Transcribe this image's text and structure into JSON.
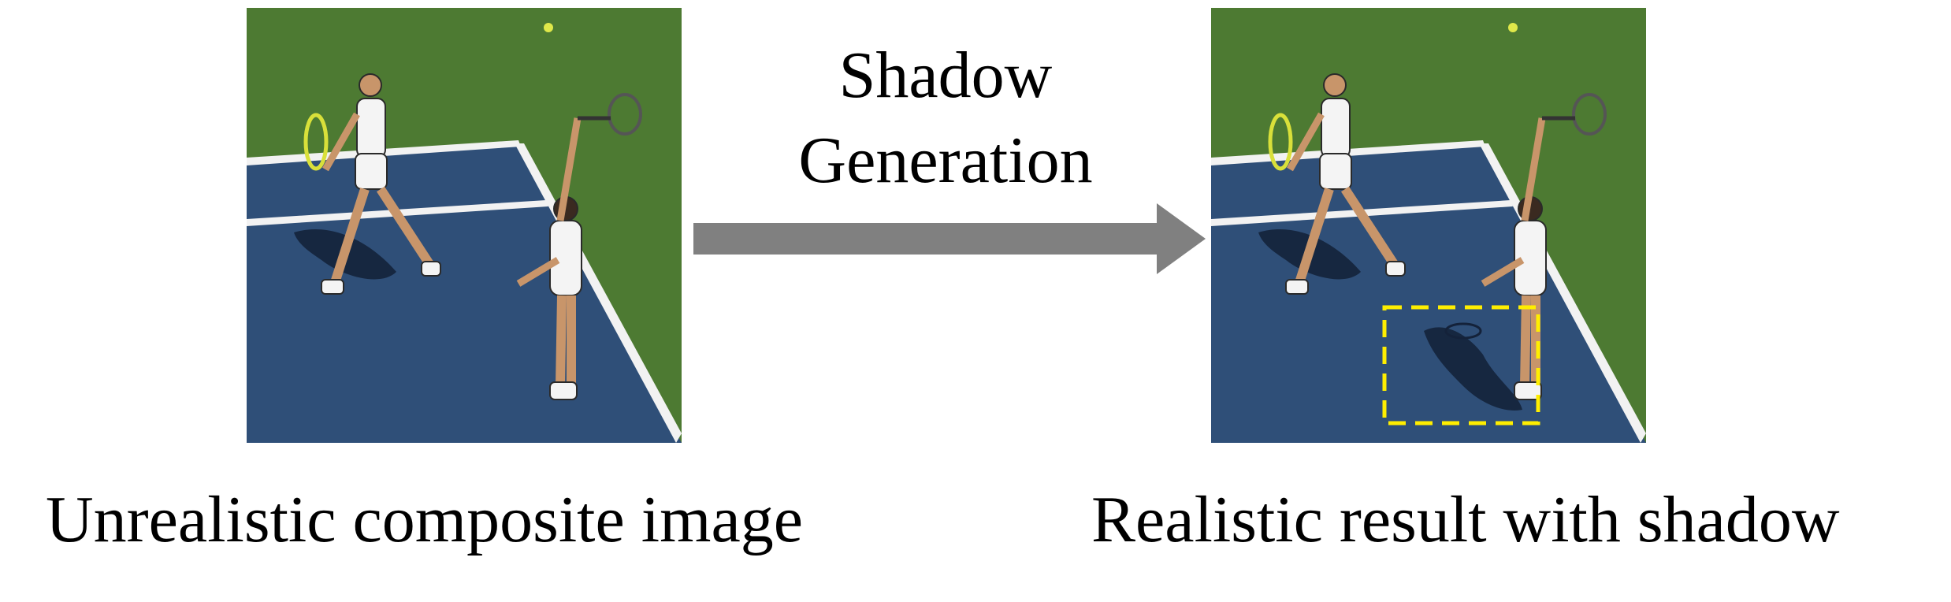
{
  "process": {
    "line1": "Shadow",
    "line2": "Generation"
  },
  "left_panel": {
    "caption": "Unrealistic composite image"
  },
  "right_panel": {
    "caption": "Realistic result with shadow"
  },
  "colors": {
    "arrow": "#808080",
    "highlight_box": "#ffee00",
    "court": "#2f4f78",
    "grass": "#4d7a32",
    "court_lines": "#ffffff"
  }
}
